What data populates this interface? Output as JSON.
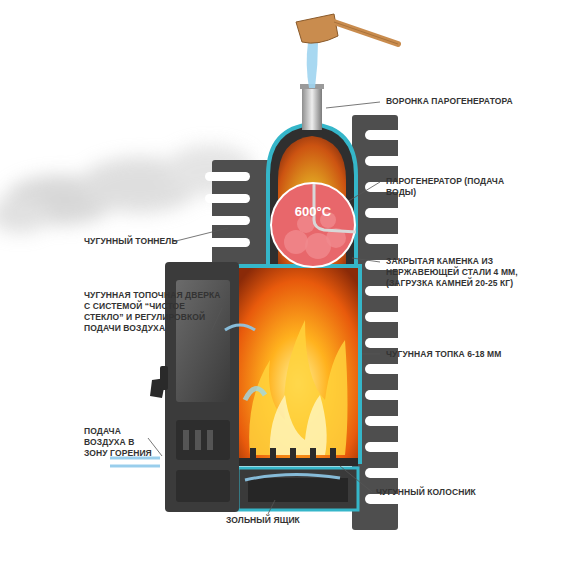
{
  "diagram": {
    "nodes": [
      {
        "text": [
          "600°C"
        ]
      }
    ],
    "labels": [
      "ВОРОНКА ПАРОГЕНЕРАТОРА",
      "ПАРОГЕНЕРАТОР (ПОДАЧА ВОДЫ)",
      "ЧУГУННЫЙ ТОННЕЛЬ",
      "ЗАКРЫТАЯ КАМЕНКА ИЗ НЕРЖАВЕЮЩЕЙ СТАЛИ 4 ММ, (ЗАГРУЗКА КАМНЕЙ 20-25 КГ)",
      "ЧУГУННАЯ ТОПОЧНАЯ ДВЕРКА С СИСТЕМОЙ “ЧИСТОЕ СТЕКЛО” И РЕГУЛИРОВКОЙ ПОДАЧИ ВОЗДУХА",
      "ЧУГУННАЯ ТОПКА 6-18 ММ",
      "ПОДАЧА ВОЗДУХА В ЗОНУ ГОРЕНИЯ",
      "ЧУГУННЫЙ КОЛОСНИК",
      "ЗОЛЬНЫЙ ЯЩИК"
    ]
  }
}
